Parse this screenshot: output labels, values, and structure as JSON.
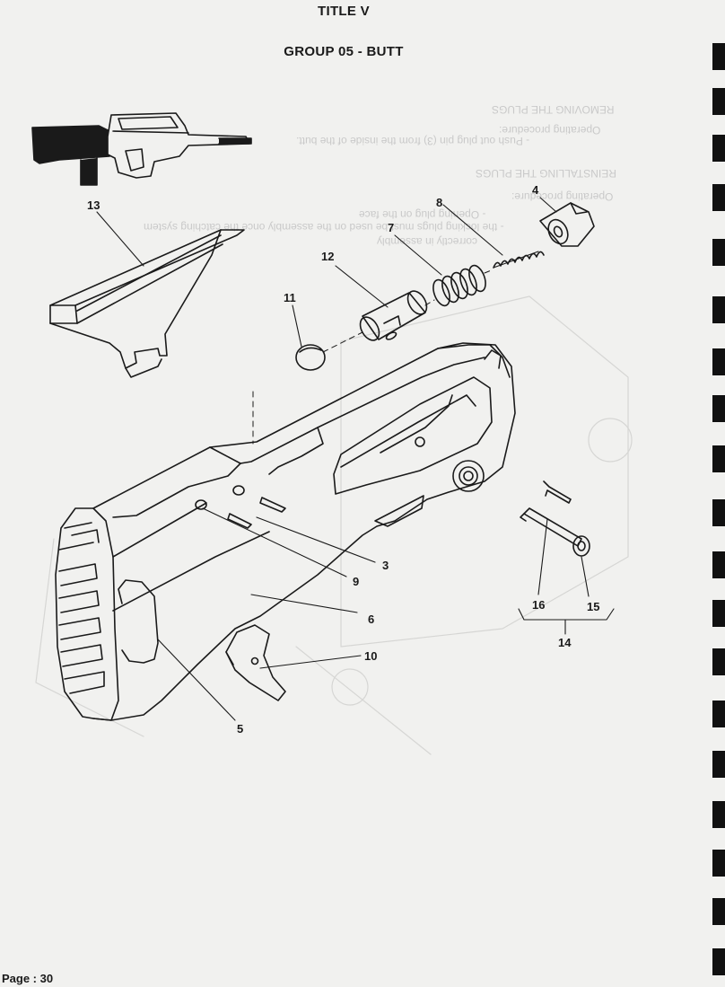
{
  "document": {
    "title": "TITLE V",
    "subtitle": "GROUP 05 - BUTT",
    "page_label": "Page : 30"
  },
  "show_through": {
    "heading_1": "REMOVING THE PLUGS",
    "line_1": "Operating procedure:",
    "line_2": "- Push out plug pin (3) from the inside of the butt.",
    "heading_2": "REINSTALLING THE PLUGS",
    "line_3": "Operating procedure:",
    "line_4": "- Opening plug on the face",
    "line_5": "- the locking plugs must be used on the assembly once the catching system",
    "line_6": "correctly in assembly"
  },
  "callouts": {
    "c3": "3",
    "c4": "4",
    "c5": "5",
    "c6": "6",
    "c7": "7",
    "c8": "8",
    "c9": "9",
    "c10": "10",
    "c11": "11",
    "c12": "12",
    "c13": "13",
    "c14": "14",
    "c15": "15",
    "c16": "16"
  },
  "colors": {
    "paper": "#f1f1ef",
    "ink": "#1a1a1a",
    "show_through": "#c9c9c9"
  }
}
